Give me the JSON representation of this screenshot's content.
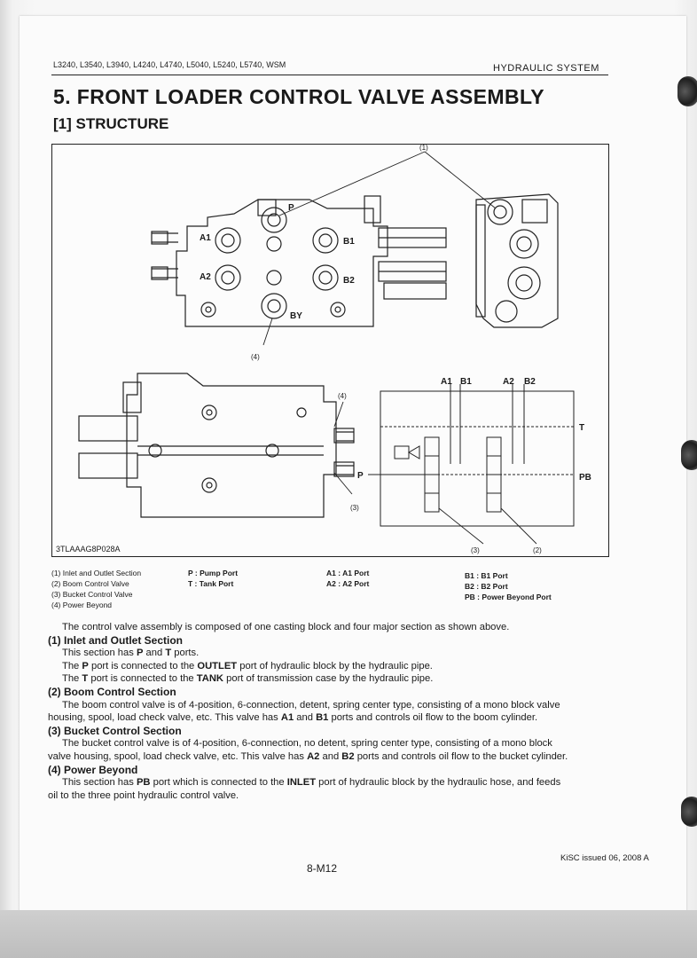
{
  "header": {
    "models": "L3240, L3540, L3940, L4240, L4740, L5040, L5240, L5740, WSM",
    "section": "HYDRAULIC SYSTEM"
  },
  "title": "5. FRONT LOADER CONTROL VALVE ASSEMBLY",
  "subtitle": "[1] STRUCTURE",
  "figure": {
    "code": "3TLAAAG8P028A",
    "callouts": {
      "c1": "(1)",
      "c2": "(2)",
      "c3": "(3)",
      "c4": "(4)"
    },
    "port_labels": {
      "P": "P",
      "A1": "A1",
      "A2": "A2",
      "B1": "B1",
      "B2": "B2",
      "BY": "BY",
      "T": "T",
      "PB": "PB"
    }
  },
  "legend": {
    "components": [
      "(1)  Inlet and Outlet Section",
      "(2)  Boom Control Valve",
      "(3)  Bucket Control Valve",
      "(4)  Power Beyond"
    ],
    "ports_pt": [
      "P :  Pump Port",
      "T :  Tank Port"
    ],
    "ports_a": [
      "A1 : A1 Port",
      "A2 : A2 Port"
    ],
    "ports_b": [
      "B1 : B1 Port",
      "B2 : B2 Port",
      "PB : Power Beyond Port"
    ]
  },
  "body": {
    "intro": "The control valve assembly is composed of one casting block and four major section as shown above.",
    "s1_heading": "(1)  Inlet and Outlet Section",
    "s1_l1_pre": "This section has ",
    "s1_l1_b1": "P",
    "s1_l1_mid": " and ",
    "s1_l1_b2": "T",
    "s1_l1_post": " ports.",
    "s1_l2_pre": "The ",
    "s1_l2_b1": "P",
    "s1_l2_mid": " port is connected to the ",
    "s1_l2_b2": "OUTLET",
    "s1_l2_post": " port of hydraulic block by the hydraulic pipe.",
    "s1_l3_pre": "The ",
    "s1_l3_b1": "T",
    "s1_l3_mid": " port is connected to the ",
    "s1_l3_b2": "TANK",
    "s1_l3_post": " port of transmission case by the hydraulic pipe.",
    "s2_heading": "(2)  Boom Control Section",
    "s2_l1": "The boom control valve is of 4-position, 6-connection, detent, spring center type, consisting of a mono block valve",
    "s2_l2_pre": "housing, spool, load check valve, etc.  This valve has ",
    "s2_l2_b1": "A1",
    "s2_l2_mid": " and ",
    "s2_l2_b2": "B1",
    "s2_l2_post": " ports and controls oil flow to the boom cylinder.",
    "s3_heading": "(3)  Bucket Control Section",
    "s3_l1": "The bucket control valve is of 4-position, 6-connection, no detent, spring center type, consisting of a mono block",
    "s3_l2_pre": "valve housing, spool, load check valve, etc.  This valve has ",
    "s3_l2_b1": "A2",
    "s3_l2_mid": " and ",
    "s3_l2_b2": "B2",
    "s3_l2_post": " ports and controls oil flow to the bucket cylinder.",
    "s4_heading": "(4)  Power Beyond",
    "s4_l1_pre": "This section has ",
    "s4_l1_b1": "PB",
    "s4_l1_mid": " port which is connected to the ",
    "s4_l1_b2": "INLET",
    "s4_l1_post": " port of hydraulic block by the hydraulic hose, and feeds",
    "s4_l2": "oil to the three point hydraulic control valve."
  },
  "footer": {
    "page": "8-M12",
    "issued": "KiSC issued 06, 2008 A"
  },
  "colors": {
    "ink": "#1a1a1a",
    "paper": "#fbfbfb",
    "scan_edge": "#c8c8c8"
  }
}
